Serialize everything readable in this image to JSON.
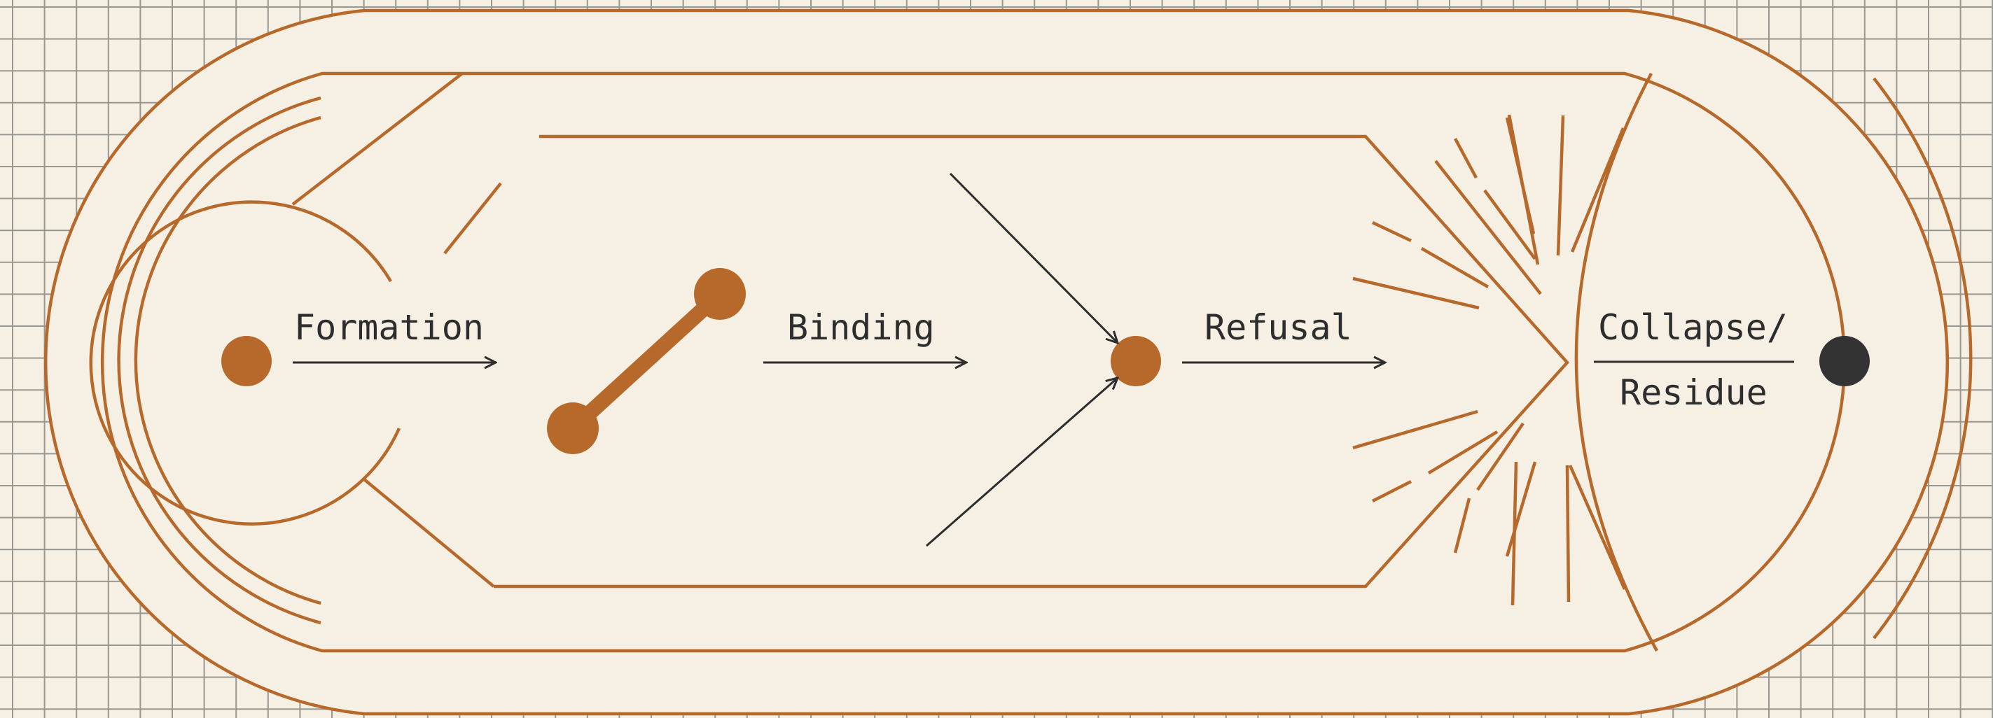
{
  "diagram": {
    "stages": [
      {
        "label": "Formation",
        "marker": "solid-dot"
      },
      {
        "label": "Binding",
        "marker": "bonded-pair"
      },
      {
        "label": "Refusal",
        "marker": "converging-dot"
      },
      {
        "label_line1": "Collapse/",
        "label_line2": "Residue",
        "marker": "dark-dot"
      }
    ]
  },
  "colors": {
    "background": "#f5f0e3",
    "grid": "#4f4f4f",
    "accent": "#b6692a",
    "accent_dark": "#8d4e1c",
    "ink": "#2d2d2d",
    "residue": "#333333"
  }
}
